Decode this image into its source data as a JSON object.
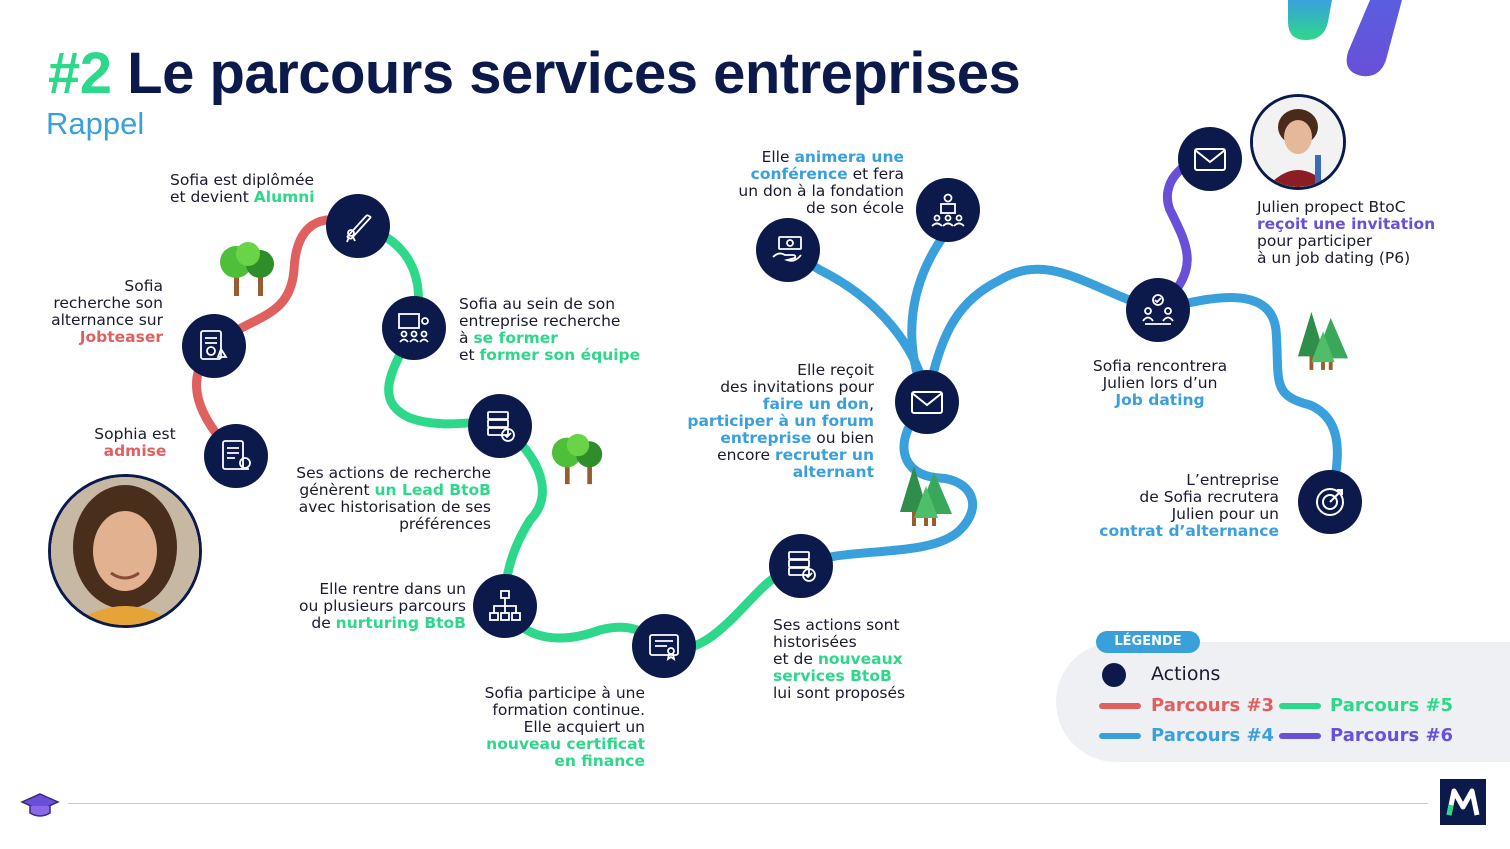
{
  "header": {
    "title_number": "#2",
    "title_text": "Le parcours services entreprises",
    "subtitle": "Rappel"
  },
  "colors": {
    "navy": "#0b1a4a",
    "green": "#2ed88a",
    "blue": "#3aa0dc",
    "red": "#e06060",
    "purple": "#6a4fd8"
  },
  "labels": {
    "admise": {
      "l1": "Sophia est",
      "l2": "admise"
    },
    "jobteaser": {
      "l1": "Sofia",
      "l2": "recherche son",
      "l3": "alternance sur",
      "l4": "Jobteaser"
    },
    "alumni": {
      "l1": "Sofia est diplômée",
      "l2": "et devient ",
      "l2b": "Alumni"
    },
    "former": {
      "l1": "Sofia au sein de son",
      "l2": "entreprise recherche",
      "l3": "à ",
      "l3b": "se former",
      "l4": "et ",
      "l4b": "former son équipe"
    },
    "lead": {
      "l1": "Ses actions de recherche",
      "l2": "génèrent ",
      "l2b": "un Lead BtoB",
      "l3": "avec historisation de ses",
      "l4": "préférences"
    },
    "nurturing": {
      "l1": "Elle rentre dans un",
      "l2": "ou plusieurs parcours",
      "l3": "de ",
      "l3b": "nurturing BtoB"
    },
    "formation": {
      "l1": "Sofia participe à une",
      "l2": "formation continue.",
      "l3": "Elle acquiert un",
      "l4": "nouveau certificat",
      "l5": "en finance"
    },
    "services": {
      "l1": "Ses actions sont",
      "l2": "historisées",
      "l3": "et de ",
      "l3b": "nouveaux",
      "l4": "services BtoB",
      "l5": "lui sont proposés"
    },
    "invitations": {
      "l1": "Elle reçoit",
      "l2": "des invitations pour",
      "l3": "faire un don",
      "l3c": ",",
      "l4": "participer à un forum",
      "l5": "entreprise",
      "l5c": " ou bien",
      "l6": "encore ",
      "l6b": "recruter un",
      "l7": "alternant"
    },
    "conference": {
      "l1": "Elle ",
      "l1b": "animera une",
      "l2": "conférence",
      "l2c": " et fera",
      "l3": "un don à la fondation",
      "l4": "de son école"
    },
    "jobdating": {
      "l1": "Sofia rencontrera",
      "l2": "Julien lors d’un",
      "l3": "Job dating"
    },
    "julien": {
      "l1": "Julien propect BtoC",
      "l2": "reçoit une invitation",
      "l3": "pour participer",
      "l4": "à un job dating (P6)"
    },
    "contrat": {
      "l1": "L’entreprise",
      "l2": "de Sofia recrutera",
      "l3": "Julien pour un",
      "l4": "contrat d’alternance"
    }
  },
  "legend": {
    "tag": "LÉGENDE",
    "actions": "Actions",
    "p3": "Parcours #3",
    "p4": "Parcours #4",
    "p5": "Parcours #5",
    "p6": "Parcours #6"
  }
}
